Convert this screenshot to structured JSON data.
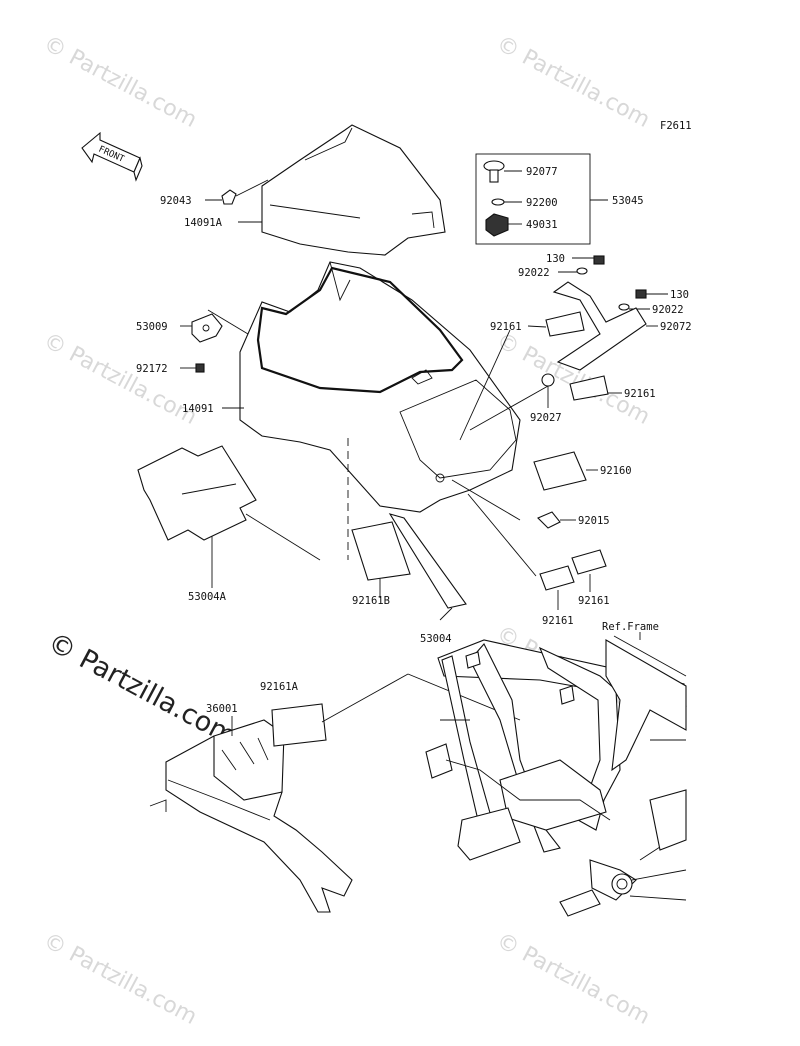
{
  "figure_code": "F2611",
  "front_label": "FRONT",
  "watermark": "© Partzilla.com",
  "ref_frame": "Ref.Frame",
  "part_labels": {
    "p92043": "92043",
    "p14091A": "14091A",
    "p92077": "92077",
    "p92200": "92200",
    "p49031": "49031",
    "p53045": "53045",
    "p130a": "130",
    "p92022a": "92022",
    "p130b": "130",
    "p92022b": "92022",
    "p92161a": "92161",
    "p92072": "92072",
    "p53009": "53009",
    "p92172": "92172",
    "p14091": "14091",
    "p92161b": "92161",
    "p92027": "92027",
    "p92160": "92160",
    "p92015": "92015",
    "p53004A": "53004A",
    "p92161B": "92161B",
    "p53004": "53004",
    "p92161c": "92161",
    "p92161d": "92161",
    "p92161A": "92161A",
    "p36001": "36001"
  }
}
